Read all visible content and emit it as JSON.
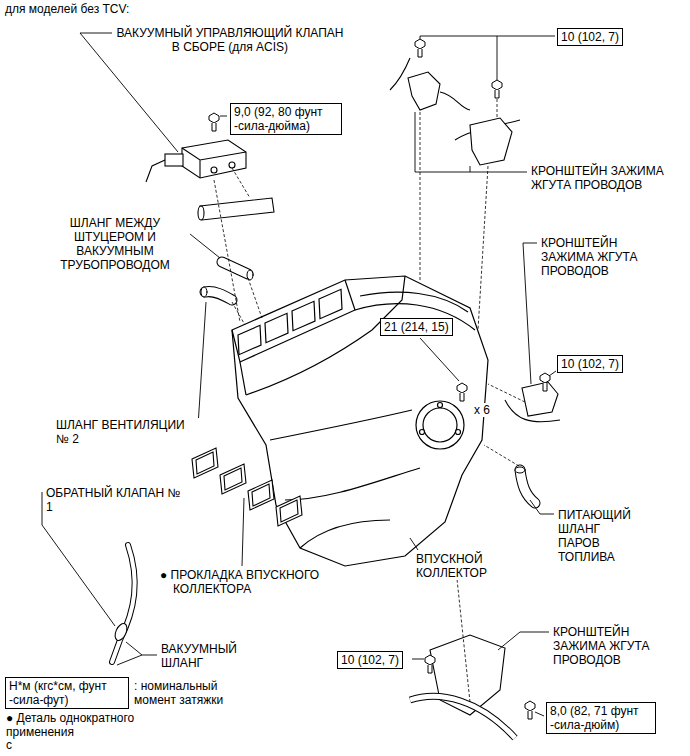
{
  "diagram": {
    "title": "для моделей без TCV:",
    "nodes": [
      {
        "text": [
          "10 (102, 7)"
        ]
      },
      {
        "text": [
          "9,0 (92, 80 фунт -сила-дюйма)"
        ]
      },
      {
        "text": [
          "21 (214, 15)"
        ]
      },
      {
        "text": [
          "10 (102, 7)"
        ]
      },
      {
        "text": [
          "10 (102, 7)"
        ]
      },
      {
        "text": [
          "8,0 (82, 71 фунт -сила-дюйм)"
        ]
      },
      {
        "text": [
          "Н*м (кгс*см, фунт -сила-фут)"
        ]
      }
    ],
    "labels": [
      "ВАКУУМНЫЙ УПРАВЛЯЮЩИЙ КЛАПАН В СБОРЕ (для ACIS)",
      "КРОНШТЕЙН ЗАЖИМА ЖГУТА ПРОВОДОВ",
      "ШЛАНГ МЕЖДУ ШТУЦЕРОМ И ВАКУУМНЫМ ТРУБОПРОВОДОМ",
      "КРОНШТЕЙН ЗАЖИМА ЖГУТА ПРОВОДОВ",
      "x 6",
      "ШЛАНГ ВЕНТИЛЯЦИИ № 2",
      "ОБРАТНЫЙ КЛАПАН № 1",
      "● ПРОКЛАДКА ВПУСКНОГО КОЛЛЕКТОРА",
      "ВПУСКНОЙ КОЛЛЕКТОР",
      "ПИТАЮЩИЙ ШЛАНГ ПАРОВ ТОПЛИВА",
      "ВАКУУМНЫЙ ШЛАНГ",
      "КРОНШТЕЙН ЗАЖИМА ЖГУТА ПРОВОДОВ",
      ": номинальный момент затяжки",
      "● Деталь однократного применения",
      "c"
    ]
  }
}
